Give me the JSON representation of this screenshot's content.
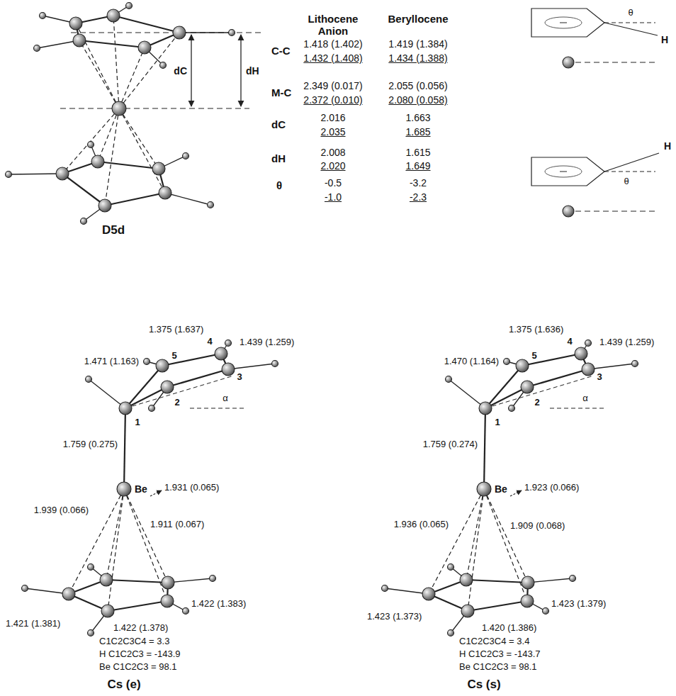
{
  "diagram": {
    "labels": [
      "D5d",
      "dC",
      "dH",
      "Lithocene Anion",
      "Beryllocene",
      "C-C",
      "1.418 (1.402)",
      "1.432 (1.408)",
      "1.419 (1.384)",
      "1.434 (1.388)",
      "M-C",
      "2.349 (0.017)",
      "2.372 (0.010)",
      "2.055 (0.056)",
      "2.080 (0.058)",
      "dC",
      "2.016",
      "2.035",
      "1.663",
      "1.685",
      "dH",
      "2.008",
      "2.020",
      "1.615",
      "1.649",
      "θ",
      "-0.5",
      "-1.0",
      "-3.2",
      "-2.3",
      "θ",
      "H",
      "H",
      "θ",
      "1.375 (1.637)",
      "1.439 (1.259)",
      "1.471 (1.163)",
      "5",
      "4",
      "3",
      "1",
      "2",
      "α",
      "1.759 (0.275)",
      "Be",
      "1.931 (0.065)",
      "1.939 (0.066)",
      "1.911 (0.067)",
      "1.422 (1.383)",
      "1.421 (1.381)",
      "1.422 (1.378)",
      "C1C2C3C4 = 3.3",
      "H C1C2C3 = -143.9",
      "Be C1C2C3 = 98.1",
      "Cs (e)",
      "1.375 (1.636)",
      "1.439 (1.259)",
      "1.470 (1.164)",
      "5",
      "4",
      "3",
      "1",
      "2",
      "α",
      "1.759 (0.274)",
      "Be",
      "1.923 (0.066)",
      "1.936 (0.065)",
      "1.909 (0.068)",
      "1.423 (1.373)",
      "1.420 (1.386)",
      "1.423 (1.379)",
      "C1C2C3C4 = 3.4",
      "H C1C2C3 = -143.7",
      "Be C1C2C3 = 98.1",
      "Cs (s)"
    ]
  }
}
